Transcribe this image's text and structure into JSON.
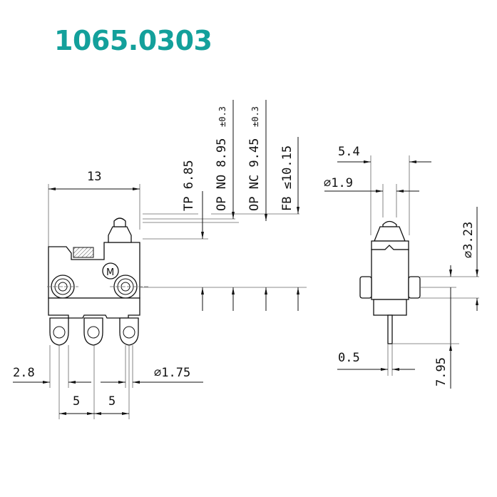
{
  "title": {
    "text": "1065.0303",
    "color": "#13a09b"
  },
  "front_view": {
    "width_dim": "13",
    "travel_labels": [
      {
        "id": "tp",
        "text": "TP 6.85",
        "tol": ""
      },
      {
        "id": "op-no",
        "text": "OP NO 8.95",
        "tol": "±0.3"
      },
      {
        "id": "op-nc",
        "text": "OP NC 9.45",
        "tol": "±0.3"
      },
      {
        "id": "fb",
        "text": "FB ≤10.15",
        "tol": ""
      }
    ],
    "terminal_width_dim": "2.8",
    "hole_dia_dim": "∅1.75",
    "pitch_dims": [
      "5",
      "5"
    ],
    "logo_glyph": "M"
  },
  "side_view": {
    "width_dim": "5.4",
    "plunger_dia_dim": "∅1.9",
    "mount_hole_dim": "∅3.23",
    "terminal_thickness_dim": "0.5",
    "terminal_length_dim": "7.95"
  }
}
